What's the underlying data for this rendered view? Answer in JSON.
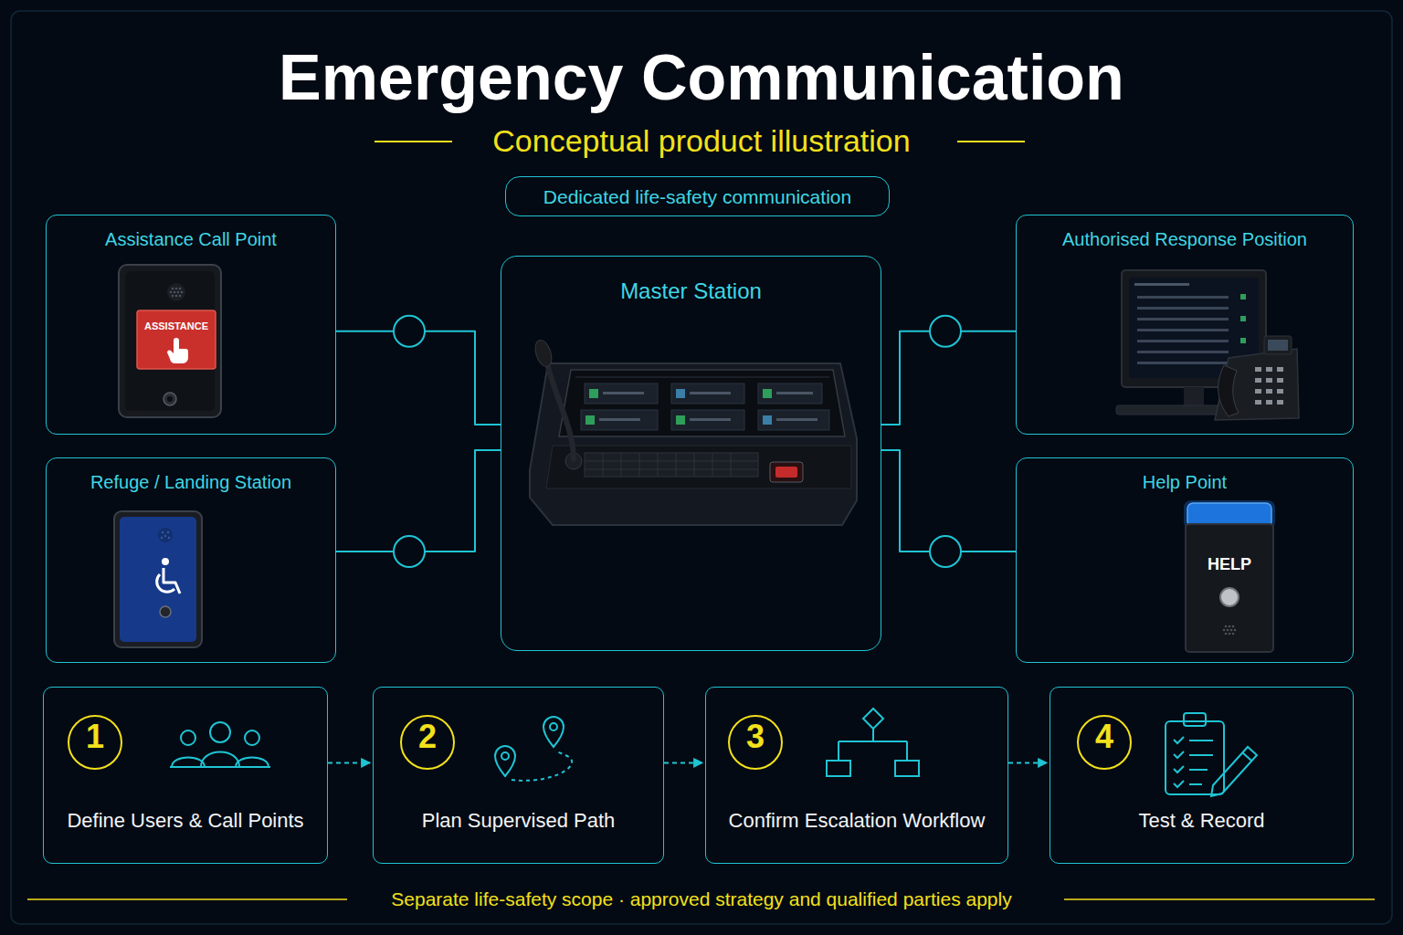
{
  "diagram": {
    "title": "Emergency Communication",
    "caption": "Separate life-safety scope · approved strategy and qualified parties apply",
    "nodes": [
      {
        "text": [
          "Dedicated life-safety communication"
        ]
      },
      {
        "text": [
          "Assistance Call Point"
        ]
      },
      {
        "text": [
          "Refuge / Landing Station"
        ]
      },
      {
        "text": [
          "Master Station"
        ]
      },
      {
        "text": [
          "Authorised Response Position"
        ]
      },
      {
        "text": [
          "Help Point"
        ]
      },
      {
        "text": [
          "Define Users & Call Points"
        ]
      },
      {
        "text": [
          "1"
        ],
        "in": 6
      },
      {
        "text": [
          "Plan Supervised Path"
        ]
      },
      {
        "text": [
          "2"
        ],
        "in": 8
      },
      {
        "text": [
          "Confirm Escalation Workflow"
        ]
      },
      {
        "text": [
          "3"
        ],
        "in": 10
      },
      {
        "text": [
          "Test & Record"
        ]
      },
      {
        "text": [
          "4"
        ],
        "in": 12
      }
    ],
    "edges": [
      {
        "from": 1,
        "to": 3,
        "arrow": "none"
      },
      {
        "from": 2,
        "to": 3,
        "arrow": "none"
      },
      {
        "from": 3,
        "to": 4,
        "arrow": "none"
      },
      {
        "from": 3,
        "to": 5,
        "arrow": "none"
      },
      {
        "from": 6,
        "to": 8,
        "arrow": "to"
      },
      {
        "from": 8,
        "to": 10,
        "arrow": "to"
      },
      {
        "from": 10,
        "to": 12,
        "arrow": "to"
      }
    ],
    "labels": [
      "Conceptual product illustration",
      "ASSISTANCE",
      "HELP"
    ]
  }
}
